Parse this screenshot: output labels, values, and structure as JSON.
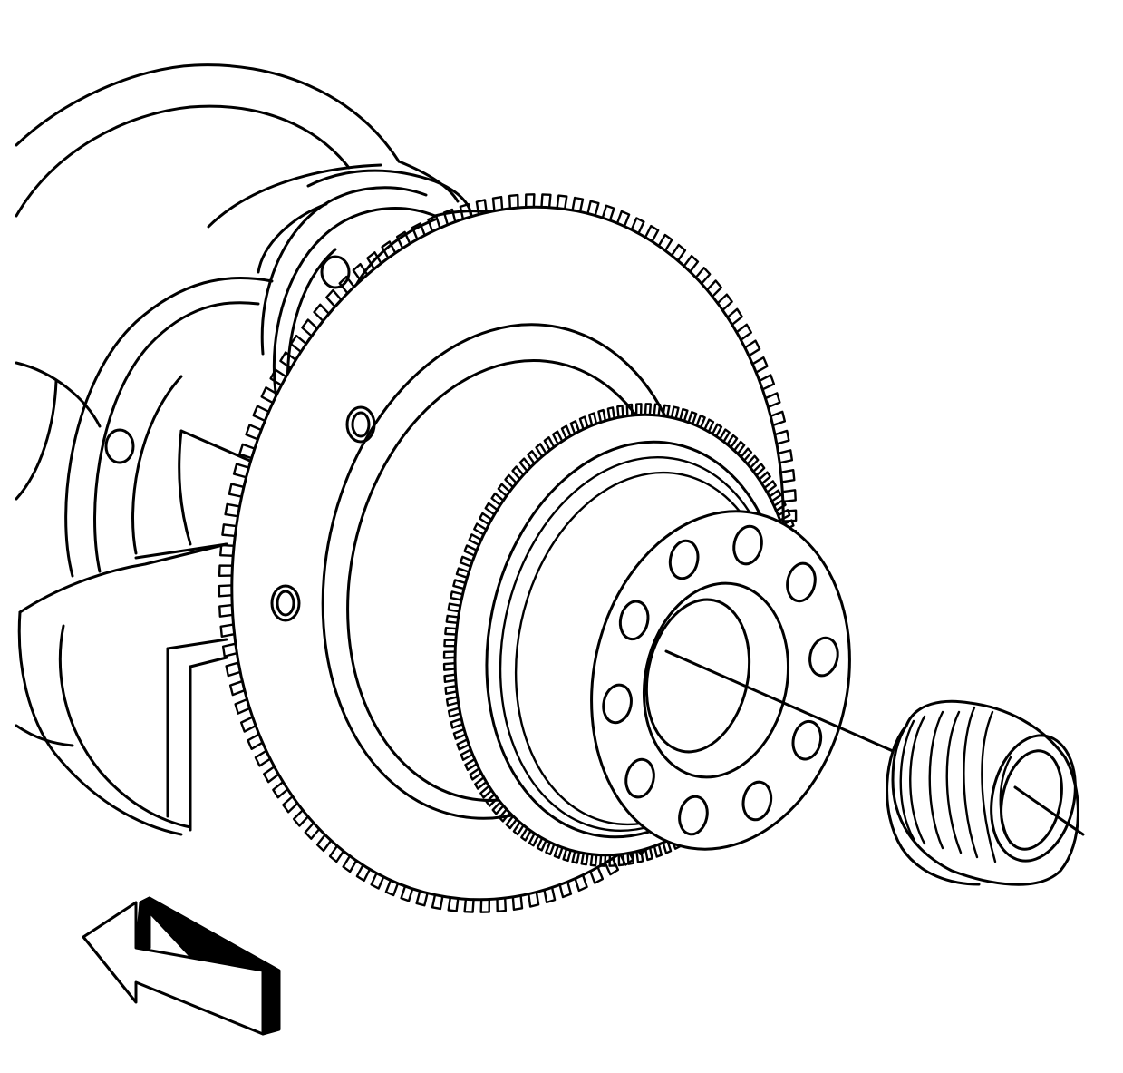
{
  "diagram": {
    "subject": "crankshaft-rear-flexplate-and-pilot-bushing",
    "colors": {
      "line": "#000000",
      "background": "#ffffff"
    },
    "ring_gear_teeth": 110,
    "inner_gear_teeth": 120,
    "hub_bolt_holes": 10,
    "arrow_direction": "left"
  }
}
